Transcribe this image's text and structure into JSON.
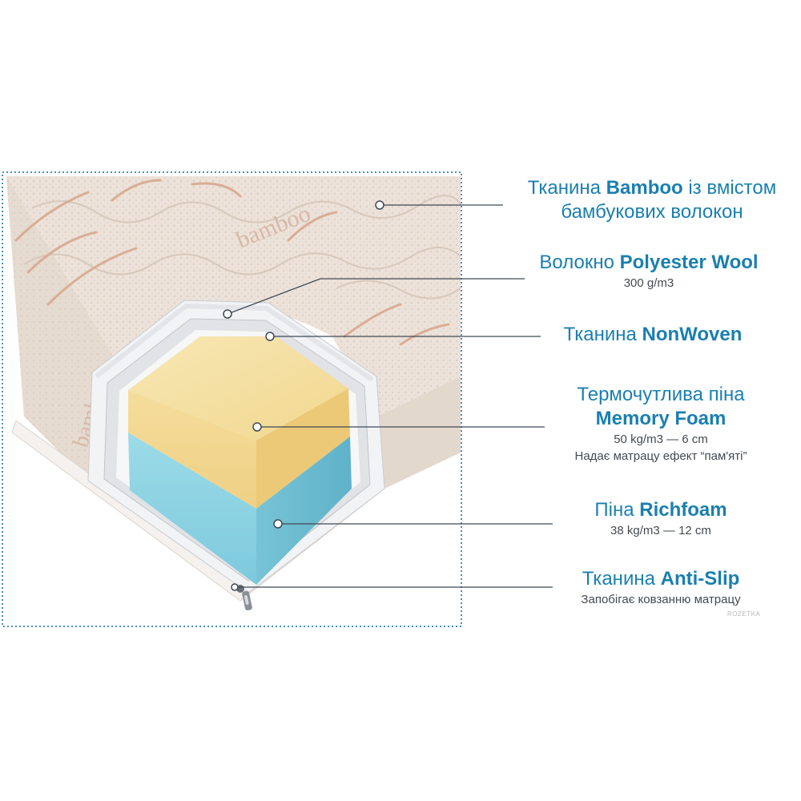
{
  "layers": [
    {
      "id": "bamboo",
      "prefix": "Тканина ",
      "bold": "Bamboo",
      "suffix": " із вмістом",
      "line2": "бамбукових волокон",
      "details": []
    },
    {
      "id": "polyester",
      "prefix": "Волокно ",
      "bold": "Polyester Wool",
      "suffix": "",
      "line2": "",
      "details": [
        "300 g/m3"
      ]
    },
    {
      "id": "nonwoven",
      "prefix": "Тканина ",
      "bold": "NonWoven",
      "suffix": "",
      "line2": "",
      "details": []
    },
    {
      "id": "memory",
      "prefix": "Термочутлива піна",
      "bold": "",
      "suffix": "",
      "line2": "Memory Foam",
      "details": [
        "50 kg/m3 — 6 cm",
        "Надає матрацу ефект “пам'яті”"
      ]
    },
    {
      "id": "richfoam",
      "prefix": "Піна ",
      "bold": "Richfoam",
      "suffix": "",
      "line2": "",
      "details": [
        "38 kg/m3 — 12 cm"
      ]
    },
    {
      "id": "antislip",
      "prefix": "Тканина ",
      "bold": "Anti-Slip",
      "suffix": "",
      "line2": "",
      "details": [
        "Запобігає ковзанню матрацу"
      ]
    }
  ],
  "mattress_print": "bamboo",
  "watermark": "ROZETKA",
  "colors": {
    "label_text": "#1a7fb0",
    "detail_text": "#444a52",
    "leader_line": "#3f4a55",
    "frame": "#4b8fc0",
    "memory_foam": "#f4dc9b",
    "richfoam": "#8fd3e3",
    "cover_fabric": "#ece2d9"
  }
}
